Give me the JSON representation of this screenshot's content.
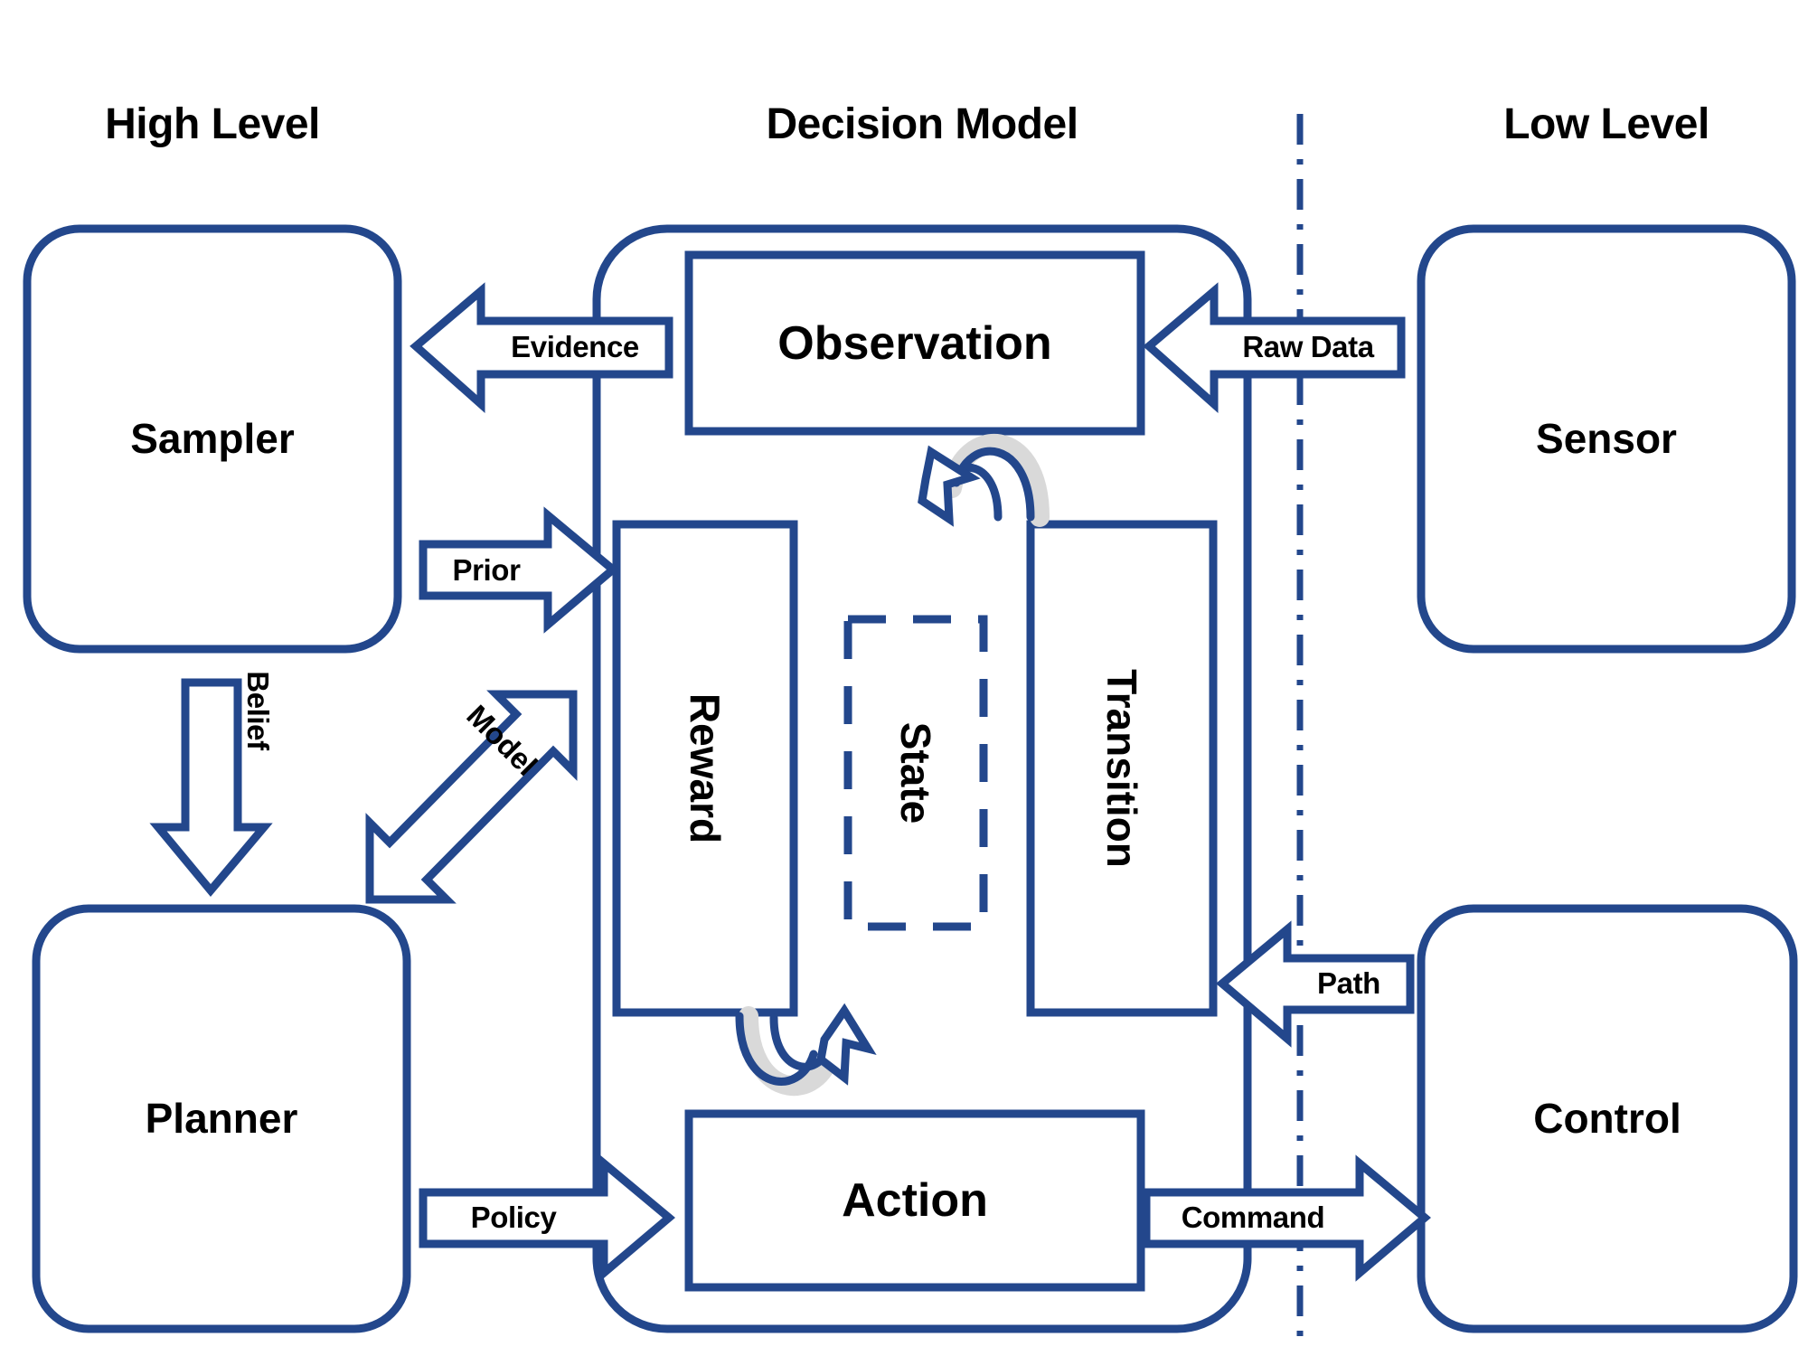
{
  "diagram": {
    "title_bar": {
      "left": "High Level",
      "center": "Decision Model",
      "right": "Low Level"
    },
    "colors": {
      "stroke": "#23478C",
      "text": "#000000",
      "background": "#FFFFFF",
      "loop_shadow": "#D9D9D9"
    },
    "nodes": {
      "sampler": "Sampler",
      "planner": "Planner",
      "sensor": "Sensor",
      "control": "Control",
      "observation": "Observation",
      "reward": "Reward",
      "state": "State",
      "transition": "Transition",
      "action": "Action"
    },
    "edges": {
      "evidence": "Evidence",
      "raw_data": "Raw Data",
      "prior": "Prior",
      "belief": "Belief",
      "model": "Model",
      "path": "Path",
      "policy": "Policy",
      "command": "Command"
    }
  },
  "chart_data": {
    "type": "diagram",
    "title": "Decision Model architecture",
    "groups": [
      {
        "name": "High Level",
        "nodes": [
          "Sampler",
          "Planner"
        ]
      },
      {
        "name": "Decision Model",
        "nodes": [
          "Observation",
          "Reward",
          "State",
          "Transition",
          "Action"
        ]
      },
      {
        "name": "Low Level",
        "nodes": [
          "Sensor",
          "Control"
        ]
      }
    ],
    "links": [
      {
        "from": "Observation",
        "to": "Sampler",
        "label": "Evidence",
        "direction": "left"
      },
      {
        "from": "Sensor",
        "to": "Observation",
        "label": "Raw Data",
        "direction": "left"
      },
      {
        "from": "Sampler",
        "to": "Reward",
        "label": "Prior",
        "direction": "right"
      },
      {
        "from": "Sampler",
        "to": "Planner",
        "label": "Belief",
        "direction": "down"
      },
      {
        "from": "Decision Model",
        "to": "Planner",
        "label": "Model",
        "direction": "down-left"
      },
      {
        "from": "Control",
        "to": "Transition",
        "label": "Path",
        "direction": "left"
      },
      {
        "from": "Planner",
        "to": "Action",
        "label": "Policy",
        "direction": "right"
      },
      {
        "from": "Action",
        "to": "Control",
        "label": "Command",
        "direction": "right"
      },
      {
        "from": "Transition",
        "to": "Observation",
        "label": "",
        "direction": "curved-loop-up"
      },
      {
        "from": "Reward",
        "to": "Action",
        "label": "",
        "direction": "curved-loop-down"
      }
    ],
    "dashed_nodes": [
      "State"
    ],
    "divider": {
      "type": "dash-dot vertical line",
      "position": "between Decision Model and Low Level"
    }
  }
}
